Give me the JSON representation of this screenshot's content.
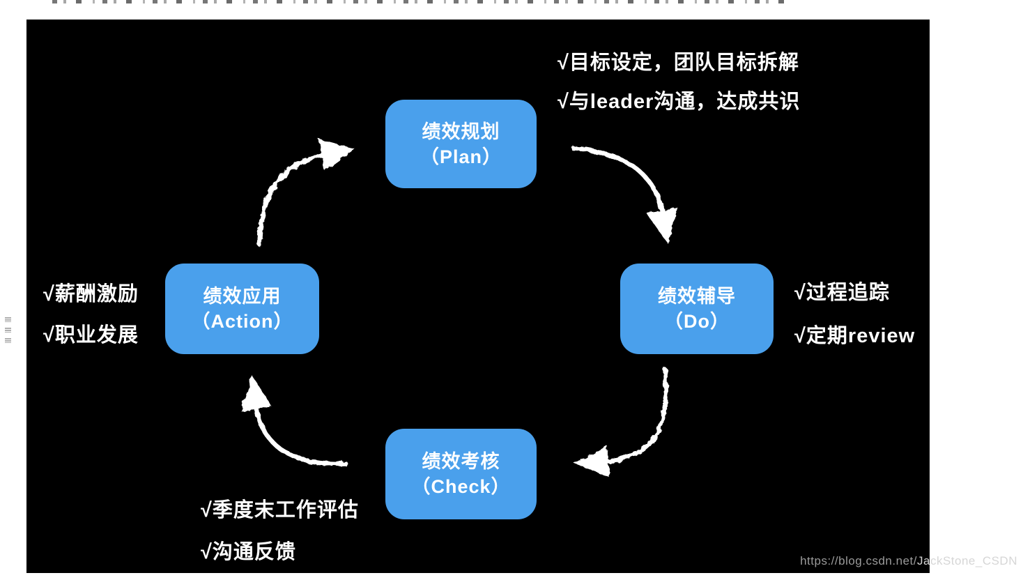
{
  "colors": {
    "box_blue": "#4aa0ec",
    "canvas_bg": "#000000",
    "annotation_text": "#ffffff",
    "watermark_dark_part": "#9b9b9b",
    "watermark_light_part": "#d6d6d6"
  },
  "cycle": {
    "type": "pdca-loop",
    "direction": "clockwise",
    "nodes": [
      {
        "id": "plan",
        "title": "绩效规划",
        "subtitle": "（Plan）"
      },
      {
        "id": "do",
        "title": "绩效辅导",
        "subtitle": "（Do）"
      },
      {
        "id": "check",
        "title": "绩效考核",
        "subtitle": "（Check）"
      },
      {
        "id": "action",
        "title": "绩效应用",
        "subtitle": "（Action）"
      }
    ],
    "annotations": {
      "plan": [
        "√目标设定，团队目标拆解",
        "√与leader沟通，达成共识"
      ],
      "do": [
        "√过程追踪",
        "√定期review"
      ],
      "check": [
        "√季度末工作评估",
        "√沟通反馈"
      ],
      "action": [
        "√薪酬激励",
        "√职业发展"
      ]
    }
  },
  "watermark": {
    "prefix": "https://blog.csdn.net/",
    "suffix": "JackStone_CSDN"
  }
}
